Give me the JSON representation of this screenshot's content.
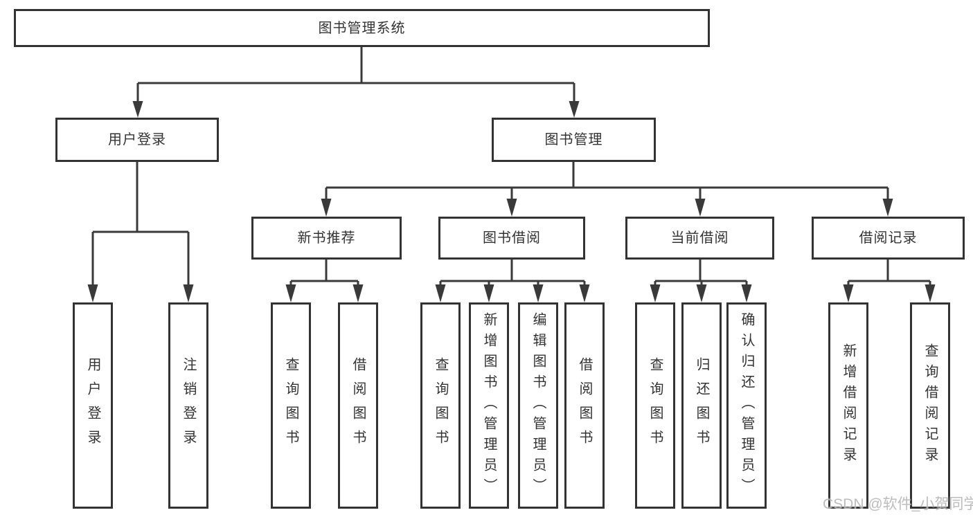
{
  "diagram": {
    "root": {
      "label": "图书管理系统"
    },
    "branches": [
      {
        "label": "用户登录",
        "children": [
          {
            "label": "用户登录"
          },
          {
            "label": "注销登录"
          }
        ]
      },
      {
        "label": "图书管理",
        "children": [
          {
            "label": "新书推荐",
            "children": [
              {
                "label": "查询图书"
              },
              {
                "label": "借阅图书"
              }
            ]
          },
          {
            "label": "图书借阅",
            "children": [
              {
                "label": "查询图书"
              },
              {
                "label": "新增图书（管理员）"
              },
              {
                "label": "编辑图书（管理员）"
              },
              {
                "label": "借阅图书"
              }
            ]
          },
          {
            "label": "当前借阅",
            "children": [
              {
                "label": "查询图书"
              },
              {
                "label": "归还图书"
              },
              {
                "label": "确认归还（管理员）"
              }
            ]
          },
          {
            "label": "借阅记录",
            "children": [
              {
                "label": "新增借阅记录"
              },
              {
                "label": "查询借阅记录"
              }
            ]
          }
        ]
      }
    ]
  },
  "watermark": {
    "text": "CSDN @软件_小贺同学"
  },
  "colors": {
    "line": "#3a3a3a",
    "box_border": "#333333",
    "text": "#333333",
    "watermark": "#b5b5b5",
    "background": "#ffffff"
  }
}
